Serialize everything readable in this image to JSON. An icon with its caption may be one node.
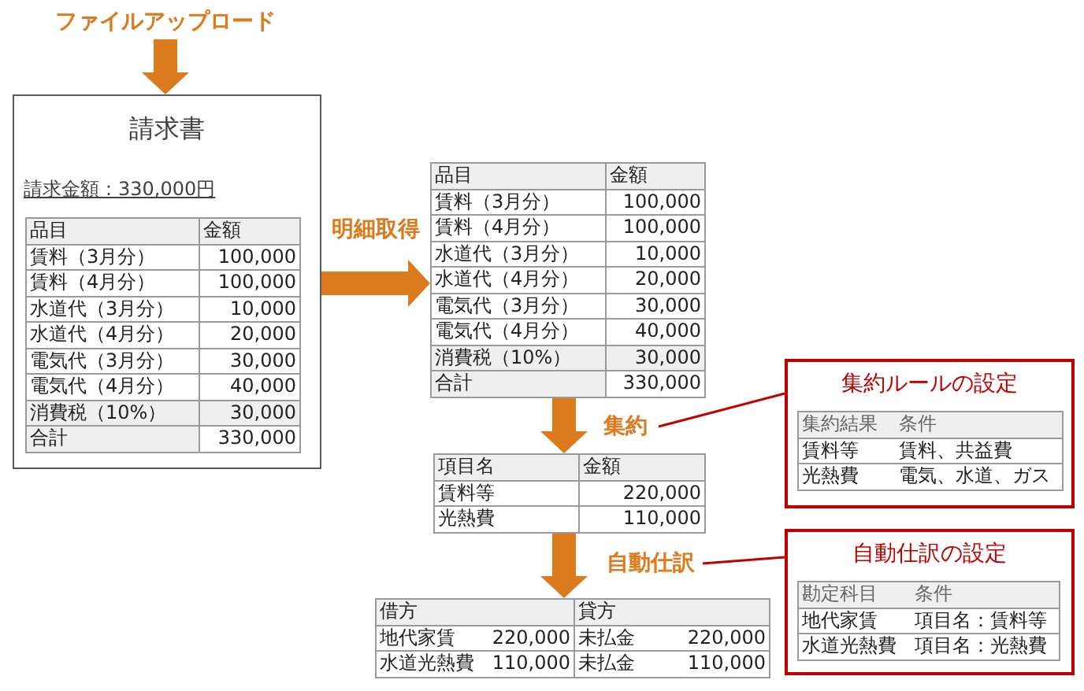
{
  "diagram": {
    "nodes": [
      {
        "text": [
          "ファイルアップロード"
        ]
      },
      {
        "text": [
          "請求書",
          "請求金額：330,000円"
        ]
      },
      {
        "text": [
          "品目",
          "金額",
          "賃料（3月分）",
          "100,000",
          "賃料（4月分）",
          "100,000",
          "水道代（3月分）",
          "10,000",
          "水道代（4月分）",
          "20,000",
          "電気代（3月分）",
          "30,000",
          "電気代（4月分）",
          "40,000",
          "消費税（10%）",
          "30,000",
          "合計",
          "330,000"
        ],
        "in": 1
      },
      {
        "text": [
          "品目",
          "金額",
          "賃料（3月分）",
          "100,000",
          "賃料（4月分）",
          "100,000",
          "水道代（3月分）",
          "10,000",
          "水道代（4月分）",
          "20,000",
          "電気代（3月分）",
          "30,000",
          "電気代（4月分）",
          "40,000",
          "消費税（10%）",
          "30,000",
          "合計",
          "330,000"
        ]
      },
      {
        "text": [
          "集約"
        ]
      },
      {
        "text": [
          "項目名",
          "金額",
          "賃料等",
          "220,000",
          "光熱費",
          "110,000"
        ]
      },
      {
        "text": [
          "自動仕訳"
        ]
      },
      {
        "text": [
          "借方",
          "貸方",
          "地代家賃",
          "220,000",
          "未払金",
          "220,000",
          "水道光熱費",
          "110,000",
          "未払金",
          "110,000"
        ]
      },
      {
        "text": [
          "集約ルールの設定"
        ]
      },
      {
        "text": [
          "集約結果",
          "条件",
          "賃料等",
          "賃料、共益費",
          "光熱費",
          "電気、水道、ガス"
        ],
        "in": 8
      },
      {
        "text": [
          "自動仕訳の設定"
        ]
      },
      {
        "text": [
          "勘定科目",
          "条件",
          "地代家賃",
          "項目名：賃料等",
          "水道光熱費",
          "項目名：光熱費"
        ],
        "in": 10
      }
    ],
    "edges": [
      {
        "from": 0,
        "to": 1,
        "arrow": "to"
      },
      {
        "from": 1,
        "to": 3,
        "arrow": "to",
        "label": "明細取得"
      },
      {
        "from": 3,
        "to": 5,
        "arrow": "to"
      },
      {
        "from": 5,
        "to": 7,
        "arrow": "to"
      },
      {
        "from": 8,
        "to": 4,
        "arrow": "none",
        "color": "#c00000"
      },
      {
        "from": 10,
        "to": 6,
        "arrow": "none",
        "color": "#c00000"
      }
    ]
  }
}
